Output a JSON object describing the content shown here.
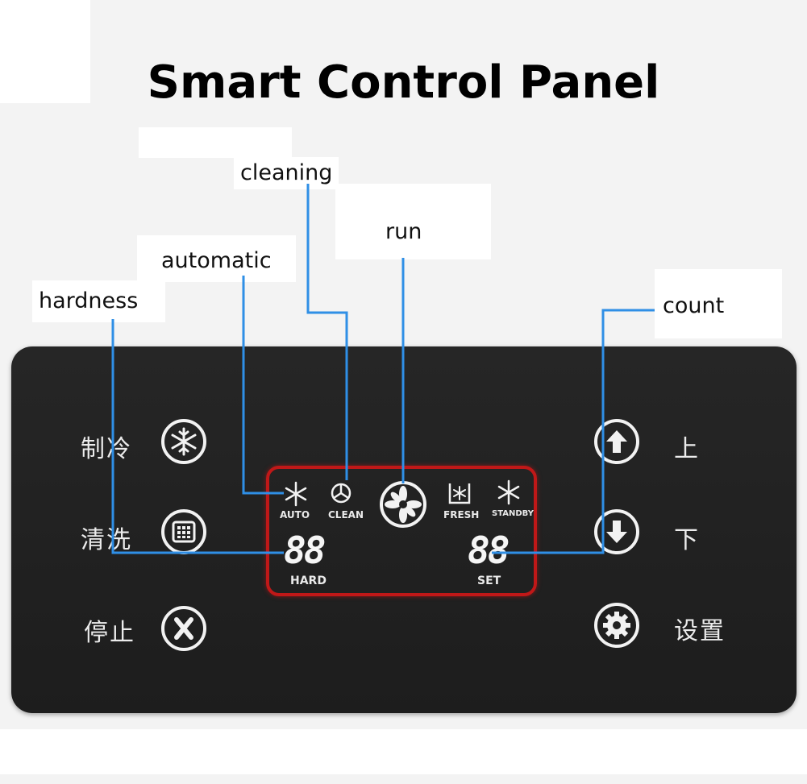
{
  "title": "Smart Control Panel",
  "callouts": {
    "cleaning": "cleaning",
    "automatic": "automatic",
    "run": "run",
    "hardness": "hardness",
    "count": "count"
  },
  "left_buttons": [
    {
      "label": "制冷",
      "icon": "snowflake-icon"
    },
    {
      "label": "清洗",
      "icon": "grid-icon"
    },
    {
      "label": "停止",
      "icon": "x-icon"
    }
  ],
  "right_buttons": [
    {
      "label": "上",
      "icon": "arrow-up-icon"
    },
    {
      "label": "下",
      "icon": "arrow-down-icon"
    },
    {
      "label": "设置",
      "icon": "gear-icon"
    }
  ],
  "display": {
    "indicators": [
      "AUTO",
      "CLEAN",
      "FRESH",
      "STANDBY"
    ],
    "left_digits": "88",
    "left_caption": "HARD",
    "right_digits": "88",
    "right_caption": "SET"
  },
  "colors": {
    "callout_line": "#2f8fe6",
    "display_border": "#c01818",
    "panel": "#222222"
  }
}
